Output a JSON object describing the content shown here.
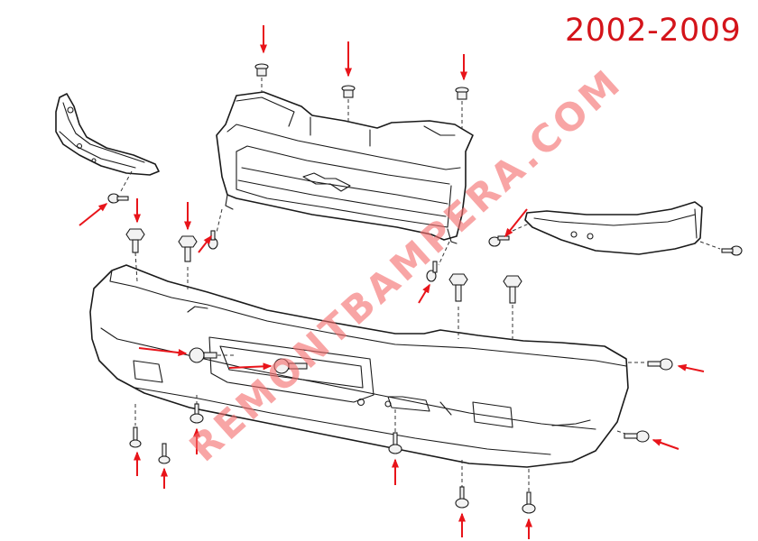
{
  "header": {
    "year_range": "2002-2009"
  },
  "watermark": {
    "text": "REMONTBAMPERA.COM"
  },
  "colors": {
    "arrow": "#e8141a",
    "line": "#1a1a1a",
    "watermark": "#f46e6e"
  },
  "icons": {
    "fastener_arrow": "red-arrow-icon",
    "bolt": "bolt-icon",
    "screw": "screw-icon",
    "clip": "clip-icon"
  },
  "parts": [
    "grille",
    "bumper-cover",
    "left-bracket",
    "right-bracket"
  ]
}
